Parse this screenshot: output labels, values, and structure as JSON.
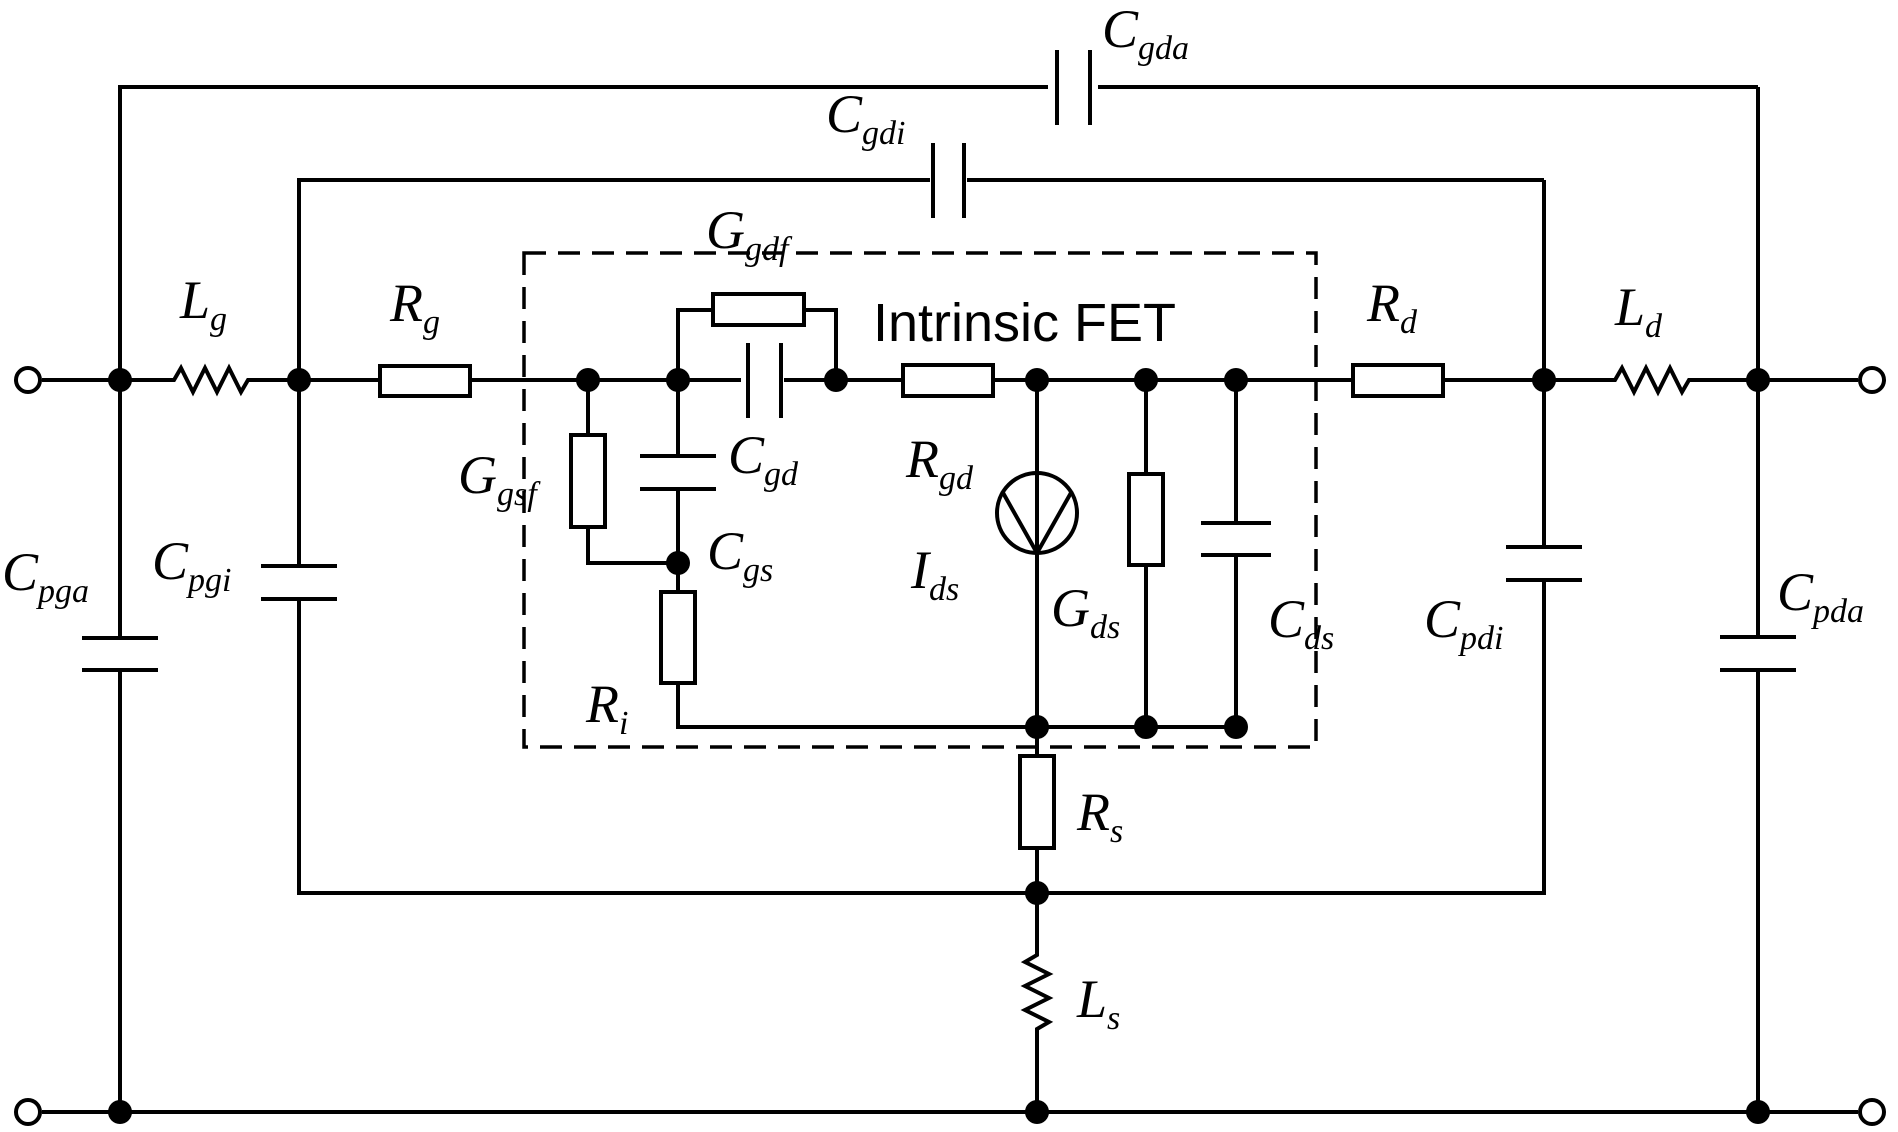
{
  "diagram": {
    "intrinsic_label": "Intrinsic FET",
    "components": {
      "Cgda": {
        "sym": "C",
        "sub": "gda"
      },
      "Cgdi": {
        "sym": "C",
        "sub": "gdi"
      },
      "Ggdf": {
        "sym": "G",
        "sub": "gdf"
      },
      "Lg": {
        "sym": "L",
        "sub": "g"
      },
      "Rg": {
        "sym": "R",
        "sub": "g"
      },
      "Rd": {
        "sym": "R",
        "sub": "d"
      },
      "Ld": {
        "sym": "L",
        "sub": "d"
      },
      "Ggsf": {
        "sym": "G",
        "sub": "gsf"
      },
      "Cgd": {
        "sym": "C",
        "sub": "gd"
      },
      "Rgd": {
        "sym": "R",
        "sub": "gd"
      },
      "Cgs": {
        "sym": "C",
        "sub": "gs"
      },
      "Ids": {
        "sym": "I",
        "sub": "ds"
      },
      "Gds": {
        "sym": "G",
        "sub": "ds"
      },
      "Cds": {
        "sym": "C",
        "sub": "ds"
      },
      "Ri": {
        "sym": "R",
        "sub": "i"
      },
      "Rs": {
        "sym": "R",
        "sub": "s"
      },
      "Ls": {
        "sym": "L",
        "sub": "s"
      },
      "Cpga": {
        "sym": "C",
        "sub": "pga"
      },
      "Cpgi": {
        "sym": "C",
        "sub": "pgi"
      },
      "Cpdi": {
        "sym": "C",
        "sub": "pdi"
      },
      "Cpda": {
        "sym": "C",
        "sub": "pda"
      }
    }
  }
}
